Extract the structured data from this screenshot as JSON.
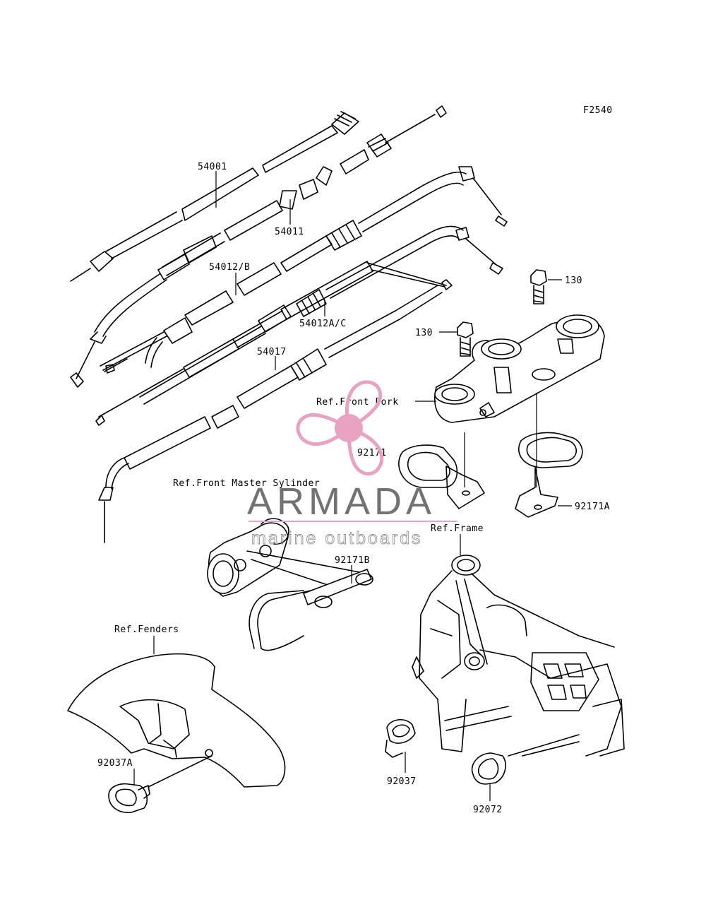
{
  "figure_code": "F2540",
  "callouts": {
    "c54001": "54001",
    "c54011": "54011",
    "c54012b": "54012/B",
    "c54012ac": "54012A/C",
    "c54017": "54017",
    "c130a": "130",
    "c130b": "130",
    "c92171": "92171",
    "c92171a": "92171A",
    "c92171b": "92171B",
    "c92037": "92037",
    "c92037a": "92037A",
    "c92072": "92072"
  },
  "references": {
    "front_fork": "Ref.Front Fork",
    "front_master_cylinder": "Ref.Front Master Sylinder",
    "frame": "Ref.Frame",
    "fenders": "Ref.Fenders"
  },
  "watermark": {
    "brand": "ARMADA",
    "tagline": "marine outboards",
    "accent_color": "#e8a3c3",
    "text_color": "#5a5a5a"
  },
  "icons": [
    "propeller-logo-icon"
  ]
}
